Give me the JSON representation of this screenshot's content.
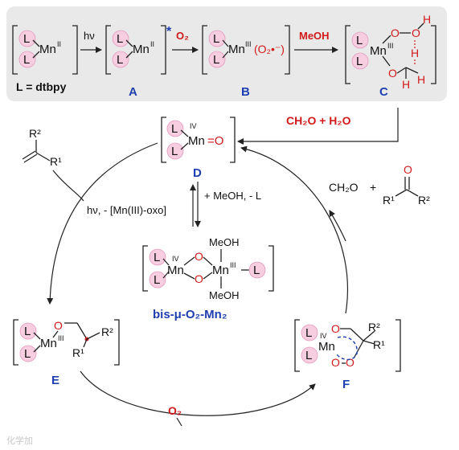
{
  "top_panel": {
    "ligand_note": "L = dtbpy",
    "step_arrows": {
      "hv": "hν",
      "o2": "O₂",
      "meoh": "MeOH"
    },
    "species": {
      "start": {
        "metal": "Mn",
        "ox": "II"
      },
      "A": {
        "label": "A",
        "metal": "Mn",
        "ox": "II",
        "excited_mark": "*"
      },
      "B": {
        "label": "B",
        "metal": "Mn",
        "ox": "III",
        "ligand_text": "(O₂•⁻)"
      },
      "C": {
        "label": "C",
        "metal": "Mn",
        "ox": "III",
        "atoms": [
          "O",
          "O",
          "H",
          "H",
          "O",
          "H",
          "H"
        ]
      }
    }
  },
  "cycle": {
    "D": {
      "label": "D",
      "metal": "Mn",
      "ox": "IV",
      "oxo": "=O"
    },
    "bis": {
      "label": "bis-μ-O₂-Mn₂",
      "metal_left": "Mn",
      "ox_left": "IV",
      "metal_right": "Mn",
      "ox_right": "III",
      "axial": "MeOH",
      "bridge": "O"
    },
    "E": {
      "label": "E",
      "metal": "Mn",
      "ox": "III",
      "substituents": [
        "R²",
        "R¹"
      ],
      "o_atom": "O"
    },
    "F": {
      "label": "F",
      "metal": "Mn",
      "ox": "IV",
      "substituents": [
        "R²",
        "R¹"
      ],
      "o_atom": "O"
    },
    "substrate": {
      "r2": "R²",
      "r1": "R¹"
    },
    "arrows": {
      "to_D": "CH₂O + H₂O",
      "D_to_bis_right": "+ MeOH, - L",
      "D_to_bis_left": "hν, - [Mn(III)-oxo]",
      "E_to_F": "O₂"
    },
    "products": {
      "formaldehyde": "CH₂O",
      "plus": "+",
      "ketone_o": "O",
      "r1": "R¹",
      "r2": "R²"
    }
  },
  "ligand_symbol": "L",
  "colors": {
    "ligand_fill": "#f7cde0",
    "red": "#d11a1a",
    "blue": "#1f3fb0",
    "panel": "#e9e9e9"
  },
  "watermark": "化学加"
}
